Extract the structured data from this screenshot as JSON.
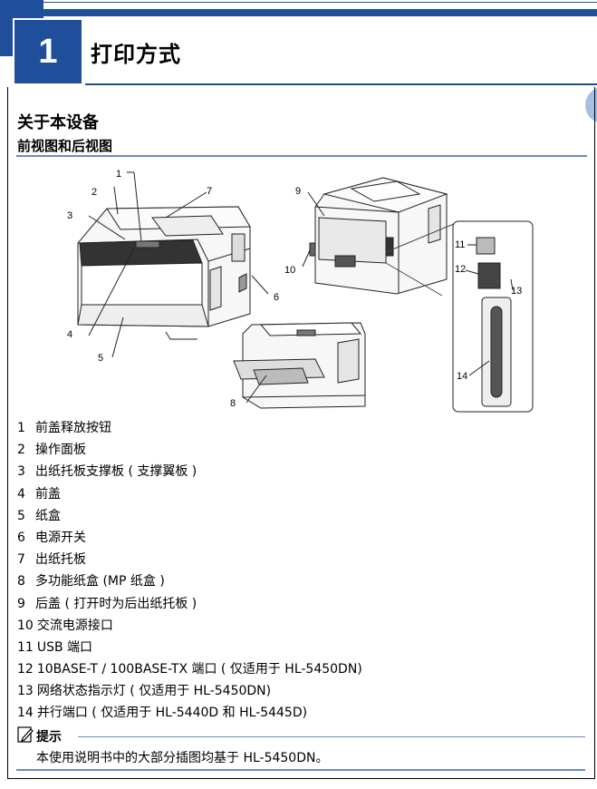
{
  "chapter": {
    "number": "1",
    "title": "打印方式"
  },
  "section_title": "关于本设备",
  "subsection_title": "前视图和后视图",
  "figure": {
    "callouts": [
      "1",
      "2",
      "3",
      "4",
      "5",
      "6",
      "7",
      "8",
      "9",
      "10",
      "11",
      "12",
      "13",
      "14"
    ]
  },
  "parts": [
    {
      "num": "1",
      "label": "前盖释放按钮"
    },
    {
      "num": "2",
      "label": "操作面板"
    },
    {
      "num": "3",
      "label": "出纸托板支撑板 ( 支撑翼板 )"
    },
    {
      "num": "4",
      "label": "前盖"
    },
    {
      "num": "5",
      "label": "纸盒"
    },
    {
      "num": "6",
      "label": "电源开关"
    },
    {
      "num": "7",
      "label": "出纸托板"
    },
    {
      "num": "8",
      "label": "多功能纸盒 (MP 纸盒 )"
    },
    {
      "num": "9",
      "label": "后盖 ( 打开时为后出纸托板 )"
    },
    {
      "num": "10",
      "label": "交流电源接口"
    },
    {
      "num": "11",
      "label": "USB 端口"
    },
    {
      "num": "12",
      "label": "10BASE-T / 100BASE-TX 端口 ( 仅适用于 HL-5450DN)"
    },
    {
      "num": "13",
      "label": "网络状态指示灯 ( 仅适用于 HL-5450DN)"
    },
    {
      "num": "14",
      "label": "并行端口 ( 仅适用于 HL-5440D 和 HL-5445D)"
    }
  ],
  "note": {
    "label": "提示",
    "text": "本使用说明书中的大部分插图均基于 HL-5450DN。",
    "icon": "pencil-note-icon"
  },
  "colors": {
    "accent": "#1f4f9a",
    "rule": "#6a8ac8",
    "tab_circle": "#a9bde3"
  }
}
